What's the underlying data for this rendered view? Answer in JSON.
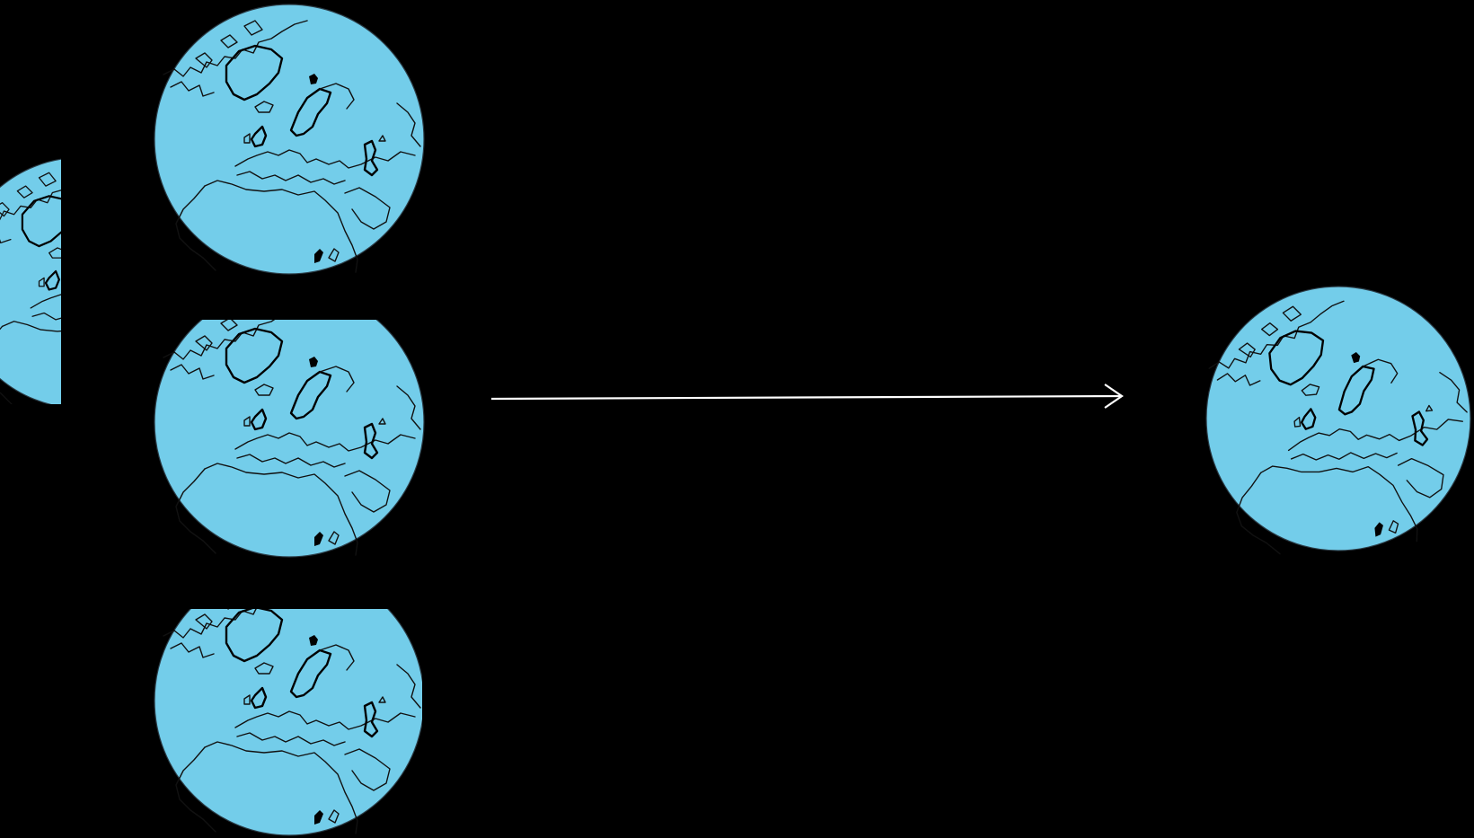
{
  "colors": {
    "background": "#000000",
    "ocean": "#73cdea",
    "coastline": "#111111",
    "arrow": "#ffffff"
  },
  "diagram": {
    "input_globes": [
      {
        "id": "globe-top",
        "icon": "earth-globe-icon",
        "cropped": false
      },
      {
        "id": "globe-middle",
        "icon": "earth-globe-icon",
        "cropped": "top"
      },
      {
        "id": "globe-bottom",
        "icon": "earth-globe-icon",
        "cropped": "top-right"
      }
    ],
    "partial_globe": {
      "id": "globe-partial-left",
      "icon": "earth-globe-icon",
      "cropped": "right-half"
    },
    "connector": {
      "icon": "right-arrow-icon",
      "direction": "right"
    },
    "output_globe": {
      "id": "globe-output",
      "icon": "earth-globe-icon"
    }
  }
}
